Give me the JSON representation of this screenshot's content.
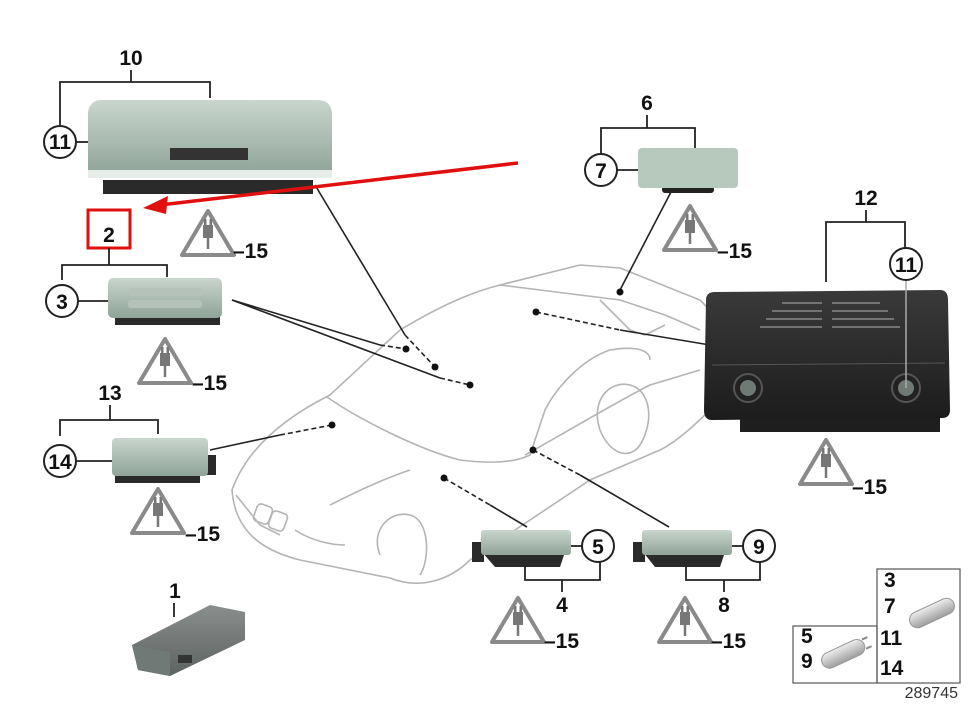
{
  "diagram": {
    "title": "Interior lights parts diagram",
    "reference_number": "289745",
    "highlight_color": "#e01010",
    "highlighted_part": "2",
    "parts": [
      {
        "id": "1",
        "label": "1",
        "note": "Module (grey block)"
      },
      {
        "id": "2",
        "label": "2",
        "highlighted": true
      },
      {
        "id": "3",
        "label": "3"
      },
      {
        "id": "4",
        "label": "4"
      },
      {
        "id": "5",
        "label": "5"
      },
      {
        "id": "6",
        "label": "6"
      },
      {
        "id": "7",
        "label": "7"
      },
      {
        "id": "8",
        "label": "8"
      },
      {
        "id": "9",
        "label": "9"
      },
      {
        "id": "10",
        "label": "10"
      },
      {
        "id": "11",
        "label": "11"
      },
      {
        "id": "12",
        "label": "12"
      },
      {
        "id": "13",
        "label": "13"
      },
      {
        "id": "14",
        "label": "14"
      },
      {
        "id": "15",
        "label": "–15"
      }
    ],
    "callouts": {
      "p10": "10",
      "p11a": "11",
      "p2": "2",
      "p3": "3",
      "w15a": "–15",
      "w15b": "–15",
      "p13": "13",
      "p14": "14",
      "w15c": "–15",
      "p1": "1",
      "p6": "6",
      "p7": "7",
      "w15d": "–15",
      "p12": "12",
      "p11b": "11",
      "w15e": "–15",
      "p5": "5",
      "p4": "4",
      "w15f": "–15",
      "p9": "9",
      "p8": "8",
      "w15g": "–15"
    },
    "bulb_box": {
      "left_labels": [
        "5",
        "9"
      ],
      "right_labels": [
        "3",
        "7",
        "11",
        "14"
      ]
    }
  }
}
